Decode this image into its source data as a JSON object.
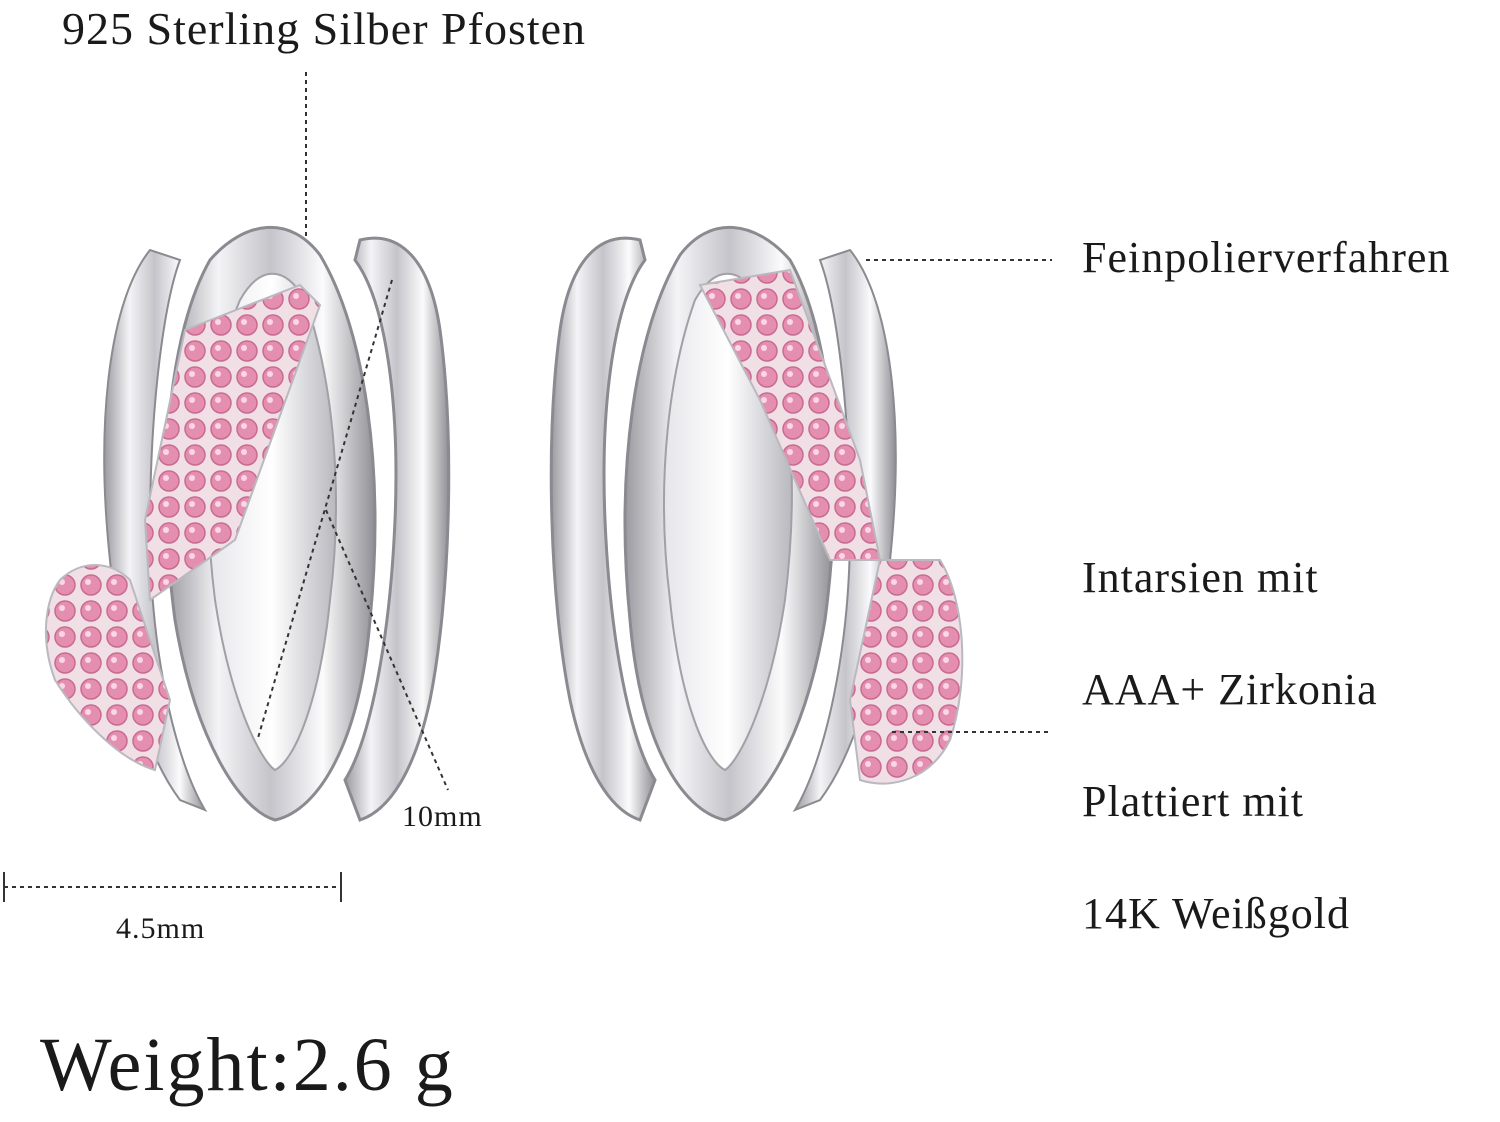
{
  "title": "925 Sterling Silber Pfosten",
  "features": {
    "polish": "Feinpolierverfahren",
    "inlay_line1": "Intarsien mit",
    "inlay_line2": "AAA+ Zirkonia",
    "plating_line1": "Plattiert mit",
    "plating_line2": "14K Weißgold"
  },
  "dimensions": {
    "height": "10mm",
    "width": "4.5mm"
  },
  "weight": "Weight:2.6 g",
  "colors": {
    "silver": "#d9d9dc",
    "stone_pink": "#e58fb0",
    "text": "#1a1a1a"
  }
}
